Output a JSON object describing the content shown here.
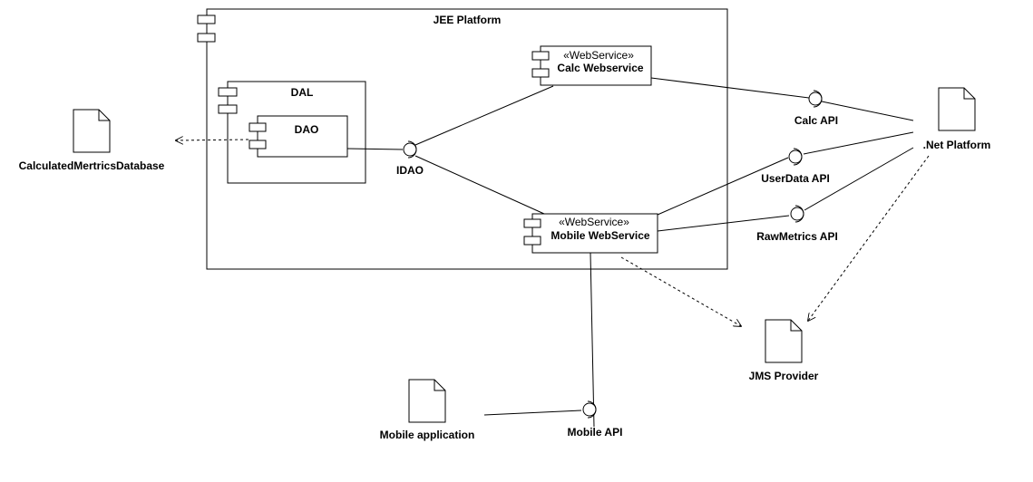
{
  "platform": {
    "title": "JEE Platform"
  },
  "dal": {
    "title": "DAL",
    "dao": "DAO"
  },
  "calc_ws": {
    "stereotype": "«WebService»",
    "name": "Calc Webservice"
  },
  "mobile_ws": {
    "stereotype": "«WebService»",
    "name": "Mobile WebService"
  },
  "interfaces": {
    "idao": "IDAO",
    "calc_api": "Calc API",
    "userdata_api": "UserData API",
    "rawmetrics_api": "RawMetrics API",
    "mobile_api": "Mobile API"
  },
  "artifacts": {
    "database": "CalculatedMertricsDatabase",
    "net_platform": ".Net Platform",
    "jms_provider": "JMS Provider",
    "mobile_app": "Mobile application"
  }
}
